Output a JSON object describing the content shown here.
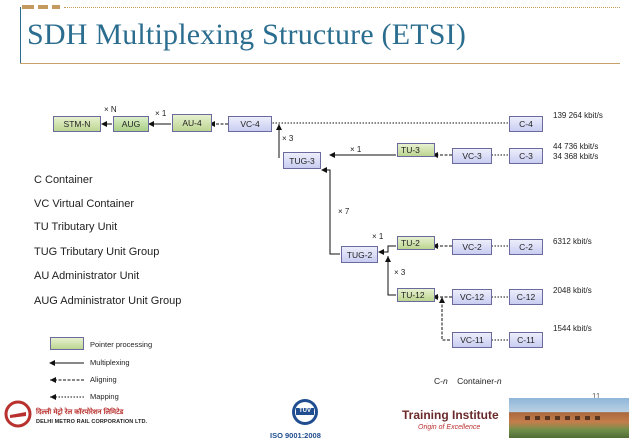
{
  "title": "SDH Multiplexing Structure (ETSI)",
  "page_number": "11",
  "boxes": {
    "stm_n": "STM-N",
    "aug": "AUG",
    "au4": "AU-4",
    "vc4": "VC-4",
    "c4": "C-4",
    "tug3": "TUG-3",
    "tu3": "TU-3",
    "vc3": "VC-3",
    "c3": "C-3",
    "tug2": "TUG-2",
    "tu2": "TU-2",
    "vc2": "VC-2",
    "c2": "C-2",
    "tu12": "TU-12",
    "vc12": "VC-12",
    "c12": "C-12",
    "vc11": "VC-11",
    "c11": "C-11"
  },
  "multipliers": {
    "xn": "× N",
    "x1_aug": "× 1",
    "x3_tug3": "× 3",
    "x1_tu3": "× 1",
    "x7": "× 7",
    "x1_tu2": "× 1",
    "x3_tu12": "× 3"
  },
  "rates": {
    "c4": "139 264 kbit/s",
    "c3_a": "44 736 kbit/s",
    "c3_b": "34 368 kbit/s",
    "c2": "6312 kbit/s",
    "c12": "2048 kbit/s",
    "c11": "1544 kbit/s"
  },
  "definitions": [
    "C  Container",
    "VC  Virtual Container",
    "TU  Tributary Unit",
    "TUG  Tributary Unit Group",
    "AU  Administrator Unit",
    "AUG  Administrator Unit Group"
  ],
  "key": {
    "pointer": "Pointer processing",
    "multiplexing": "Multiplexing",
    "aligning": "Aligning",
    "mapping": "Mapping"
  },
  "container_note": {
    "prefix": "C-",
    "var": "n",
    "label": "Container-",
    "label_var": "n"
  },
  "footer": {
    "dmrc_hindi": "दिल्ली मेट्रो रेल कॉरपोरेशन लिमिटेड",
    "dmrc_english": "DELHI METRO RAIL CORPORATION LTD.",
    "iso": "ISO 9001:2008",
    "tuv": "TÜV",
    "training_title": "Training Institute",
    "training_sub": "Origin of Excellence"
  },
  "colors": {
    "title": "#2b6d8f",
    "box_border": "#6a6a9e",
    "pointer_fill": "#c6da9c",
    "lavender_fill": "#d6d9f5"
  }
}
